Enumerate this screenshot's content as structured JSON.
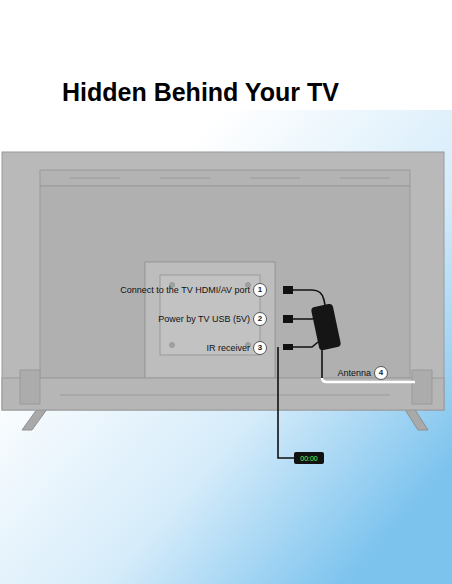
{
  "diagram": {
    "title": "Hidden Behind Your TV",
    "labels": [
      "Connect to the TV HDMI/AV port",
      "1",
      "Power by TV USB (5V)",
      "2",
      "IR receiver",
      "3",
      "Antenna",
      "4",
      "00:00"
    ]
  }
}
